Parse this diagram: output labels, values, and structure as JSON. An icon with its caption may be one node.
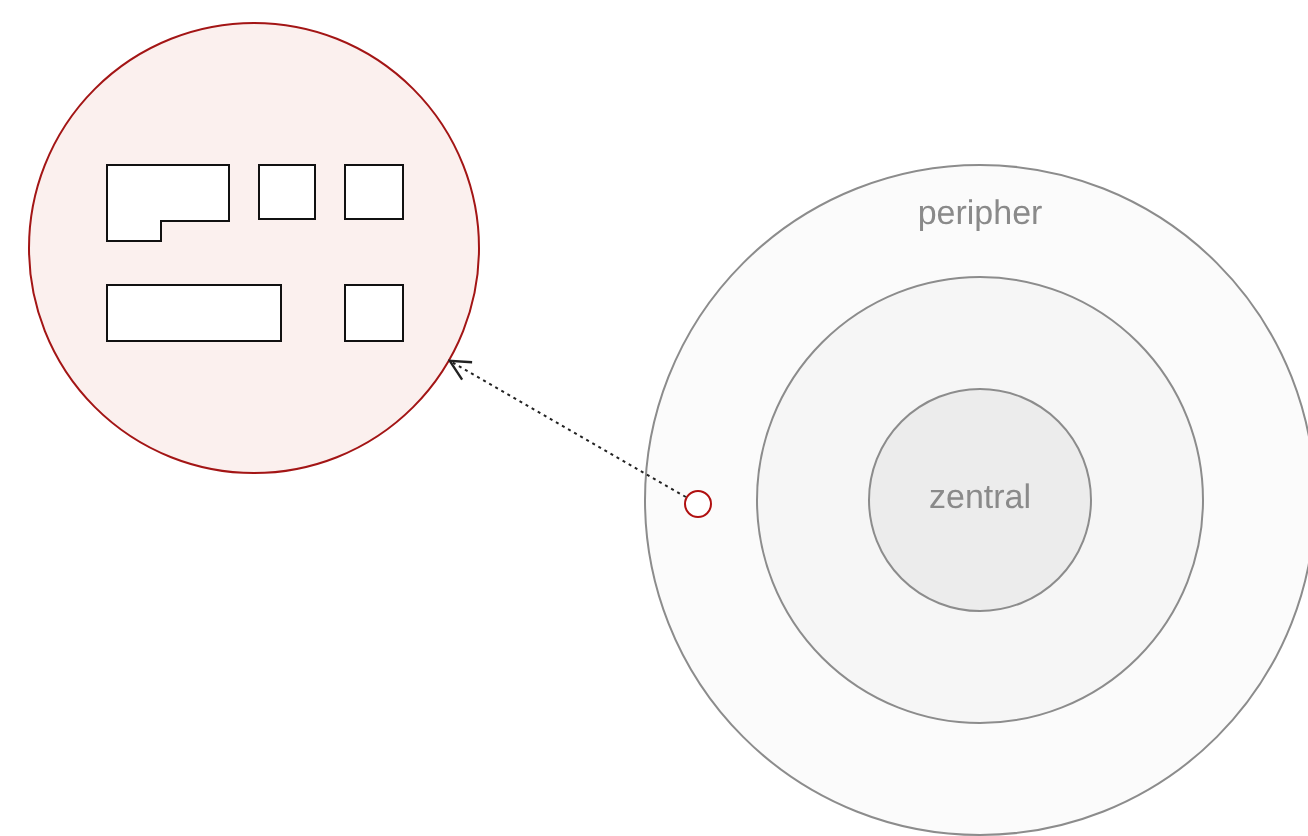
{
  "diagram": {
    "nodes": [
      {
        "text": [],
        "shape": "circle"
      },
      {
        "text": [
          "peripher"
        ]
      },
      {
        "text": [],
        "shape": "circle",
        "in": 1
      },
      {
        "text": [
          "zentral"
        ],
        "in": 2
      },
      {
        "text": [],
        "shape": "circle",
        "in": 1
      }
    ],
    "edges": [
      {
        "from": 4,
        "to": 0,
        "arrow": "to",
        "style": "dashed"
      }
    ]
  }
}
